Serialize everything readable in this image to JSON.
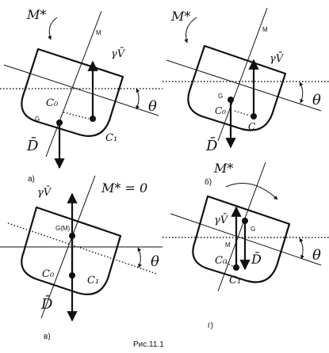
{
  "panels": [
    {
      "id": "a",
      "caption": "а)",
      "labels": {
        "moment": "M*",
        "metacenter": "M",
        "buoyancy": "γV̄",
        "c0": "C₀",
        "c1": "C₁",
        "g": "G",
        "weight": "D̄",
        "theta": "θ"
      }
    },
    {
      "id": "b",
      "caption": "б)",
      "labels": {
        "moment": "M*",
        "metacenter": "M",
        "buoyancy": "γV̄",
        "c0": "C₀",
        "c1": "C",
        "g": "G",
        "weight": "D̄",
        "theta": "θ"
      }
    },
    {
      "id": "v",
      "caption": "в)",
      "labels": {
        "moment": "M* = 0",
        "gm": "G(M)",
        "buoyancy": "γV̄",
        "c0": "C₀",
        "c1": "C₁",
        "weight": "D̄",
        "theta": "θ"
      }
    },
    {
      "id": "g",
      "caption": "г)",
      "labels": {
        "moment": "M*",
        "metacenter": "M",
        "buoyancy": "γV̄",
        "c0": "C₀",
        "c1": "C₁",
        "g": "G",
        "weight": "D̄",
        "theta": "θ"
      }
    }
  ],
  "figure_caption": "Рис.11.1"
}
